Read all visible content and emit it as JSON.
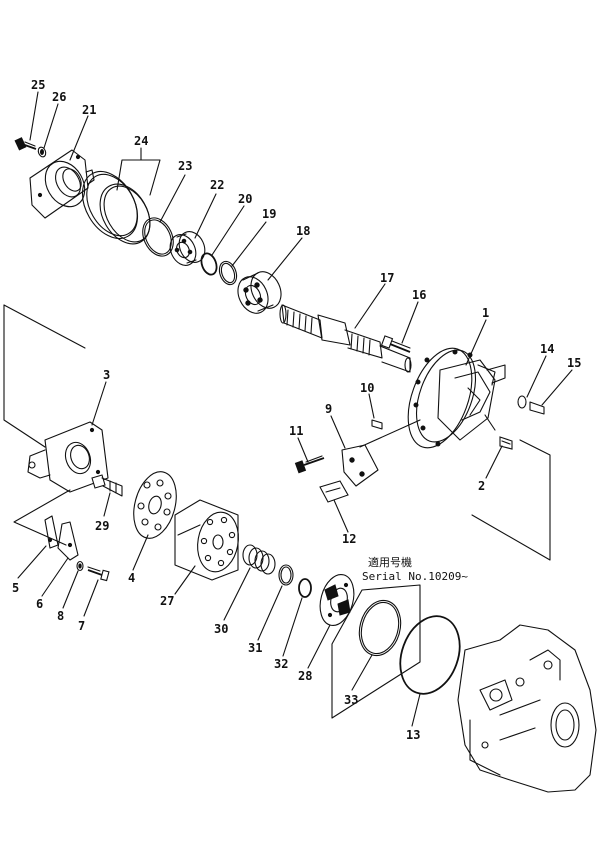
{
  "parts": [
    "1",
    "2",
    "3",
    "4",
    "5",
    "6",
    "7",
    "8",
    "9",
    "10",
    "11",
    "12",
    "13",
    "14",
    "15",
    "16",
    "17",
    "18",
    "19",
    "20",
    "21",
    "22",
    "23",
    "24",
    "25",
    "26",
    "27",
    "28",
    "29",
    "30",
    "31",
    "32",
    "33"
  ],
  "applicability_note": {
    "line1": "適用号機",
    "line2": "Serial No.10209~"
  }
}
